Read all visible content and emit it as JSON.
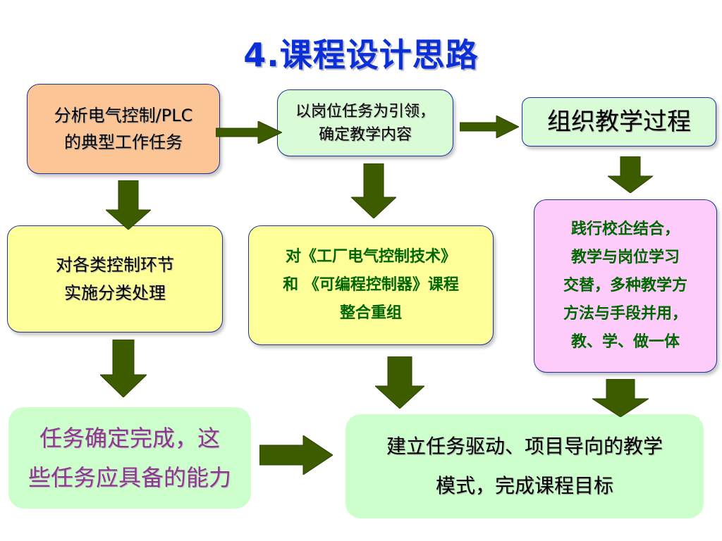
{
  "title": "4.课程设计思路",
  "boxes": {
    "analyze": [
      "分析电气控制/PLC",
      "的典型工作任务"
    ],
    "lead": [
      "以岗位任务为引领，",
      "确定教学内容"
    ],
    "organize": [
      "组织教学过程"
    ],
    "classify": [
      "对各类控制环节",
      "实施分类处理"
    ],
    "integrate": [
      "对《工厂电气控制技术》",
      "和 《可编程控制器》课程",
      "整合重组"
    ],
    "practice": [
      "践行校企结合，",
      "教学与岗位学习",
      "交替，多种教学方",
      "方法与手段并用，",
      "教、学、做一体"
    ],
    "complete": [
      "任务确定完成，这",
      "些任务应具备的能力"
    ],
    "establish": [
      "建立任务驱动、项目导向的教学",
      "模式，完成课程目标"
    ]
  },
  "colors": {
    "title": "#0a2fd6",
    "arrow": "#3d5c00",
    "orange_box": "#fbc596",
    "green_box": "#d9fbd6",
    "yellow_box": "#ffff99",
    "pink_box": "#fdccfb",
    "light_green_box": "#ccffcc",
    "bold_text": "#006600",
    "purple_text": "#8a3a8c"
  }
}
